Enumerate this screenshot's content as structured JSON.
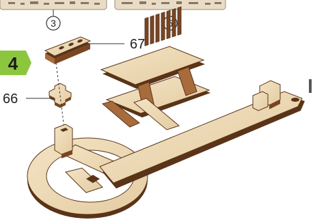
{
  "step_number": "4",
  "callouts": {
    "top_left": "3",
    "top_right": "5",
    "part_upper": "67",
    "part_lower": "66"
  },
  "colors": {
    "wood_face": "#ecd8b4",
    "wood_edge": "#5a3418",
    "wood_side": "#a86b3c",
    "step_badge": "#8cc63f",
    "leader_line": "#333333"
  }
}
